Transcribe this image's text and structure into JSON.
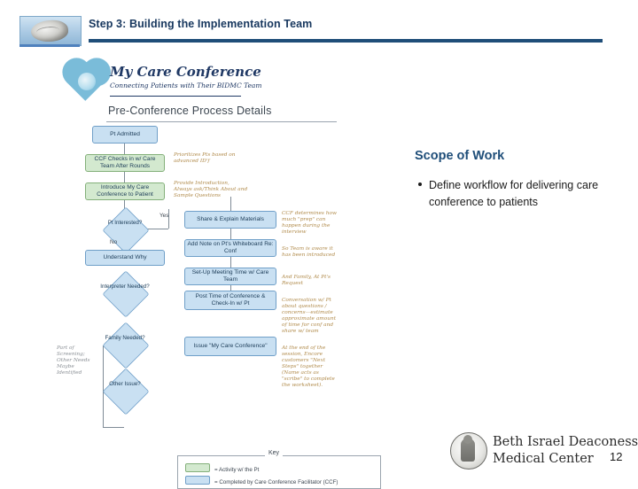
{
  "header": {
    "title": "Step 3:  Building the Implementation Team",
    "logo_icon": "bird-photo-logo"
  },
  "brand": {
    "title": "My Care Conference",
    "subtitle": "Connecting Patients with Their BIDMC Team",
    "icon": "heart-icon"
  },
  "flowchart": {
    "title": "Pre-Conference Process Details",
    "nodes": [
      {
        "id": "pt-admitted",
        "label": "Pt Admitted",
        "type": "process",
        "color": "blue"
      },
      {
        "id": "ccf-checks-in",
        "label": "CCF Checks in w/ Care Team After Rounds",
        "type": "process",
        "color": "green"
      },
      {
        "id": "introduce-mcc",
        "label": "Introduce My Care Conference to Patient",
        "type": "process",
        "color": "green"
      },
      {
        "id": "pt-interested",
        "label": "Pt Interested?",
        "type": "decision",
        "color": "blue"
      },
      {
        "id": "share-explain",
        "label": "Share & Explain Materials",
        "type": "process",
        "color": "blue"
      },
      {
        "id": "understand-why",
        "label": "Understand Why",
        "type": "process",
        "color": "blue"
      },
      {
        "id": "add-note",
        "label": "Add Note on Pt's Whiteboard Re: Conf",
        "type": "process",
        "color": "blue"
      },
      {
        "id": "set-up-meeting",
        "label": "Set-Up Meeting Time w/ Care Team",
        "type": "process",
        "color": "blue"
      },
      {
        "id": "interpreter-needed",
        "label": "Interpreter Needed?",
        "type": "decision",
        "color": "blue"
      },
      {
        "id": "post-time",
        "label": "Post Time of Conference & Check-In w/ Pt",
        "type": "process",
        "color": "blue"
      },
      {
        "id": "family-needed",
        "label": "Family Needed?",
        "type": "decision",
        "color": "blue"
      },
      {
        "id": "issue-mcc",
        "label": "Issue \"My Care Conference\"",
        "type": "process",
        "color": "blue"
      },
      {
        "id": "other-issue",
        "label": "Other Issue?",
        "type": "decision",
        "color": "blue"
      }
    ],
    "edge_labels": [
      {
        "id": "yes-label",
        "text": "Yes"
      },
      {
        "id": "no-label",
        "text": "No"
      }
    ],
    "annotations": [
      {
        "id": "note-prioritize",
        "text": "Prioritizes Pts based on advanced ID'f"
      },
      {
        "id": "note-provide-intro",
        "text": "Provide Introduction, Always ask/Think About and Sample Questions"
      },
      {
        "id": "note-left-screening",
        "text": "Part of Screening; Other Needs Maybe Identified"
      },
      {
        "id": "note-ccf-determines",
        "text": "CCF determines how much \"prep\" can happen during the interview"
      },
      {
        "id": "note-so-team",
        "text": "So Team is aware it has been introduced"
      },
      {
        "id": "note-and-family",
        "text": "And Family, At Pt's Request"
      },
      {
        "id": "note-conversation",
        "text": "Conversation w/ Pt about questions / concerns—estimate approximate amount of time for conf and share w/ team"
      },
      {
        "id": "note-at-end",
        "text": "At the end of the session, Encore customers \"Next Steps\" together (Name acts as \"scribe\" to complete the worksheet)."
      }
    ],
    "key": {
      "title": "Key",
      "rows": [
        {
          "swatch": "green",
          "text": "= Activity w/ the Pt"
        },
        {
          "swatch": "blue",
          "text": "= Completed by Care Conference Facilitator (CCF)"
        }
      ]
    }
  },
  "scope": {
    "title": "Scope of Work",
    "items": [
      "Define workflow for delivering care conference to patients"
    ]
  },
  "footer": {
    "org_line1": "Beth Israel Deaconess",
    "org_line2": "Medical Center",
    "seal_icon": "bidmc-seal-icon",
    "page_number": "12"
  }
}
